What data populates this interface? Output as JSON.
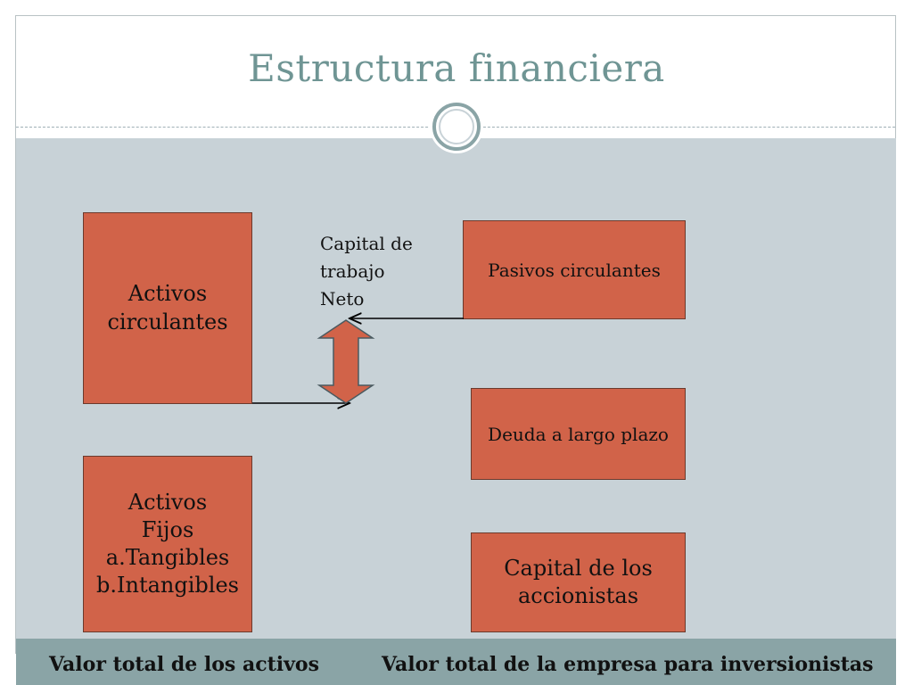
{
  "slide": {
    "title": "Estructura financiera"
  },
  "left_column": {
    "current_assets": "Activos\ncirculantes",
    "fixed_assets": "Activos\nFijos\na.Tangibles\nb.Intangibles"
  },
  "right_column": {
    "current_liabilities": "Pasivos circulantes",
    "long_term_debt": "Deuda a largo plazo",
    "shareholders_equity": "Capital de los\naccionistas"
  },
  "center_note": "Capital de\ntrabajo\nNeto",
  "footer": {
    "left_label": "Valor total de los activos",
    "right_label": "Valor total de la empresa para inversionistas"
  },
  "colors": {
    "box_fill": "#d16349",
    "content_bg": "#c8d2d7",
    "title_color": "#6f9594",
    "footer_bg": "#8aa4a6"
  }
}
